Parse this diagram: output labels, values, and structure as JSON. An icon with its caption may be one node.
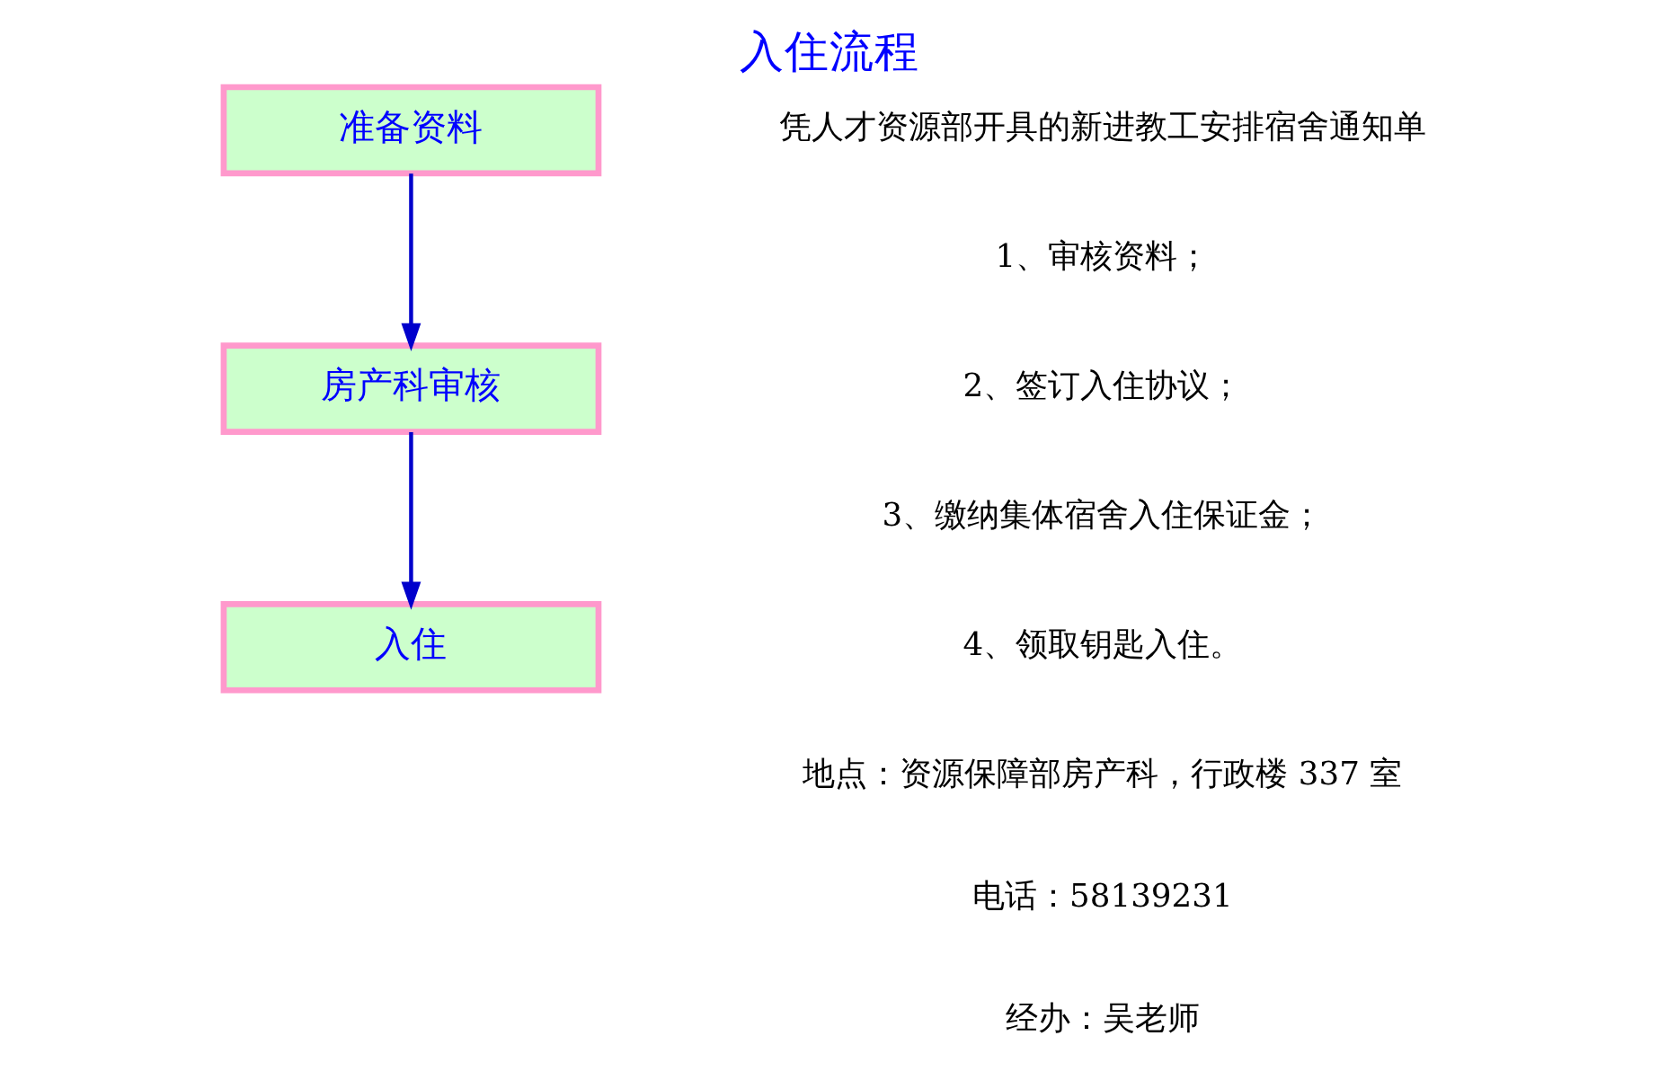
{
  "diagram": {
    "title": "入住流程",
    "nodes": [
      {
        "text": [
          "准备资料"
        ]
      },
      {
        "text": [
          "房产科审核"
        ]
      },
      {
        "text": [
          "入住"
        ]
      }
    ],
    "edges": [
      {
        "from": 0,
        "to": 1,
        "arrow": "to"
      },
      {
        "from": 1,
        "to": 2,
        "arrow": "to"
      }
    ],
    "labels": [
      "凭人才资源部开具的新进教工安排宿舍通知单",
      "1、审核资料；",
      "2、签订入住协议；",
      "3、缴纳集体宿舍入住保证金；",
      "4、领取钥匙入住。",
      "地点：资源保障部房产科，行政楼 337 室",
      "电话：58139231",
      "经办：吴老师"
    ]
  }
}
